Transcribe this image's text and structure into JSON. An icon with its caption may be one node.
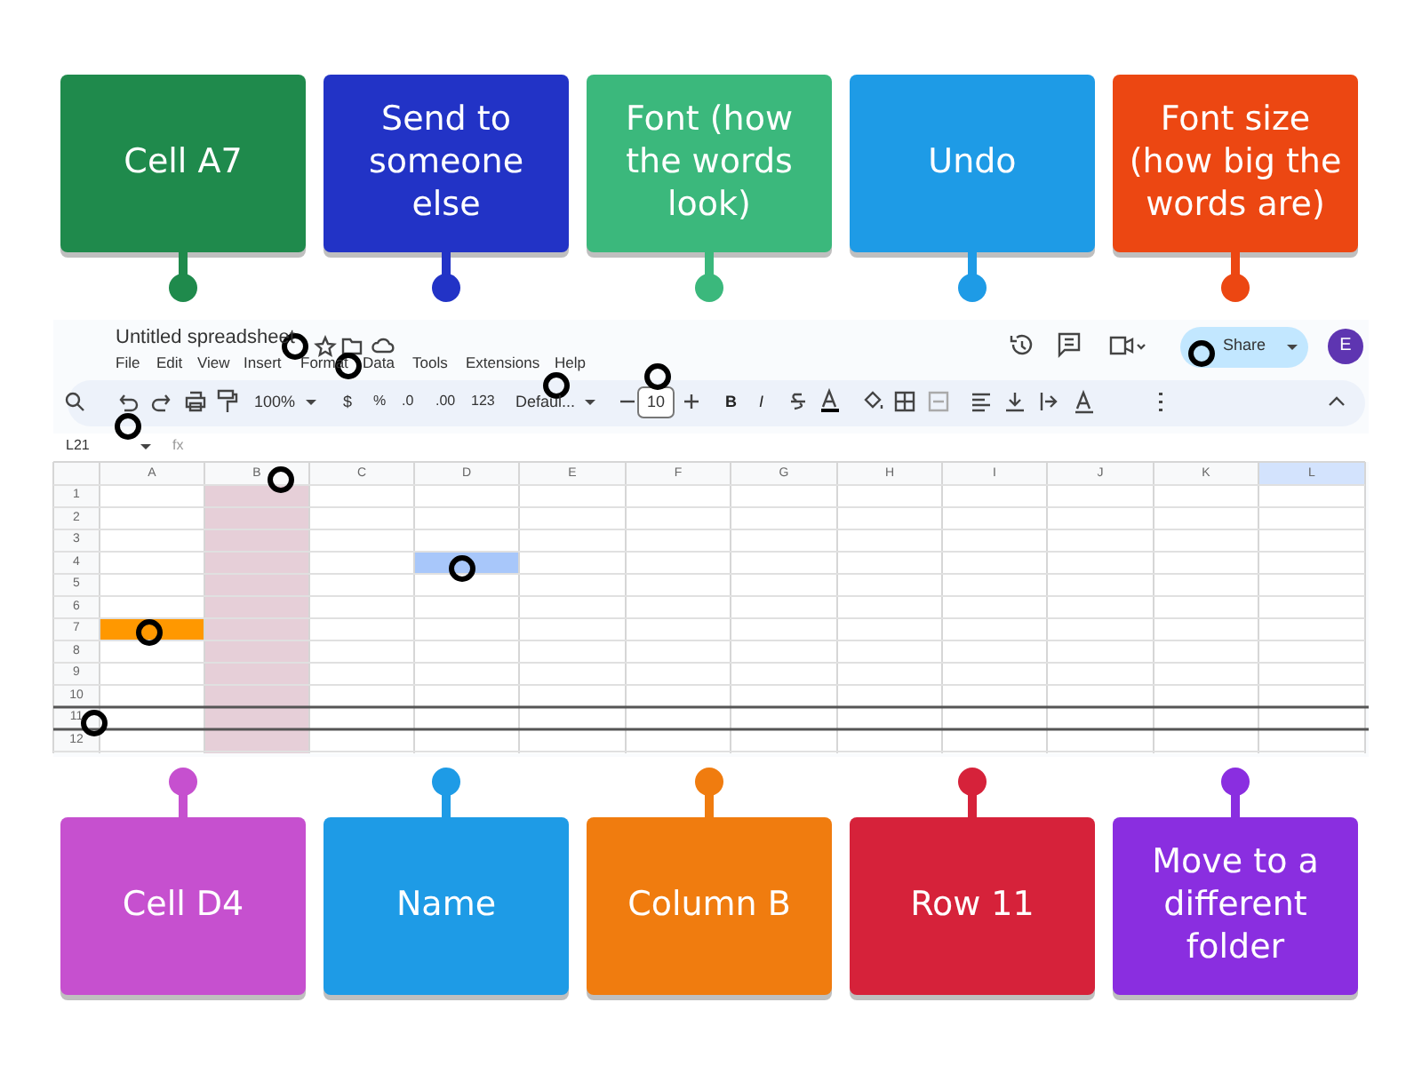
{
  "diagram": {
    "nodes": [
      {
        "text": [
          "Cell A7"
        ]
      },
      {
        "text": [
          "Send to someone else"
        ]
      },
      {
        "text": [
          "Font (how the words look)"
        ]
      },
      {
        "text": [
          "Undo"
        ]
      },
      {
        "text": [
          "Font size (how big the words are)"
        ]
      },
      {
        "text": [
          "Cell D4"
        ]
      },
      {
        "text": [
          "Name"
        ]
      },
      {
        "text": [
          "Column B"
        ]
      },
      {
        "text": [
          "Row 11"
        ]
      },
      {
        "text": [
          "Move to a different folder"
        ]
      }
    ],
    "labels": [
      "Untitled spreadsheet",
      "File",
      "Edit",
      "View",
      "Insert",
      "Format",
      "Data",
      "Tools",
      "Extensions",
      "Help",
      "100%",
      "$",
      "%",
      ".0",
      ".00",
      "123",
      "Defaul...",
      "10",
      "B",
      "I",
      "Share",
      "E",
      "L21",
      "fx",
      "A",
      "B",
      "C",
      "D",
      "E",
      "F",
      "G",
      "H",
      "I",
      "J",
      "K",
      "L",
      "1",
      "2",
      "3",
      "4",
      "5",
      "6",
      "7",
      "8",
      "9",
      "10",
      "11",
      "12"
    ]
  }
}
